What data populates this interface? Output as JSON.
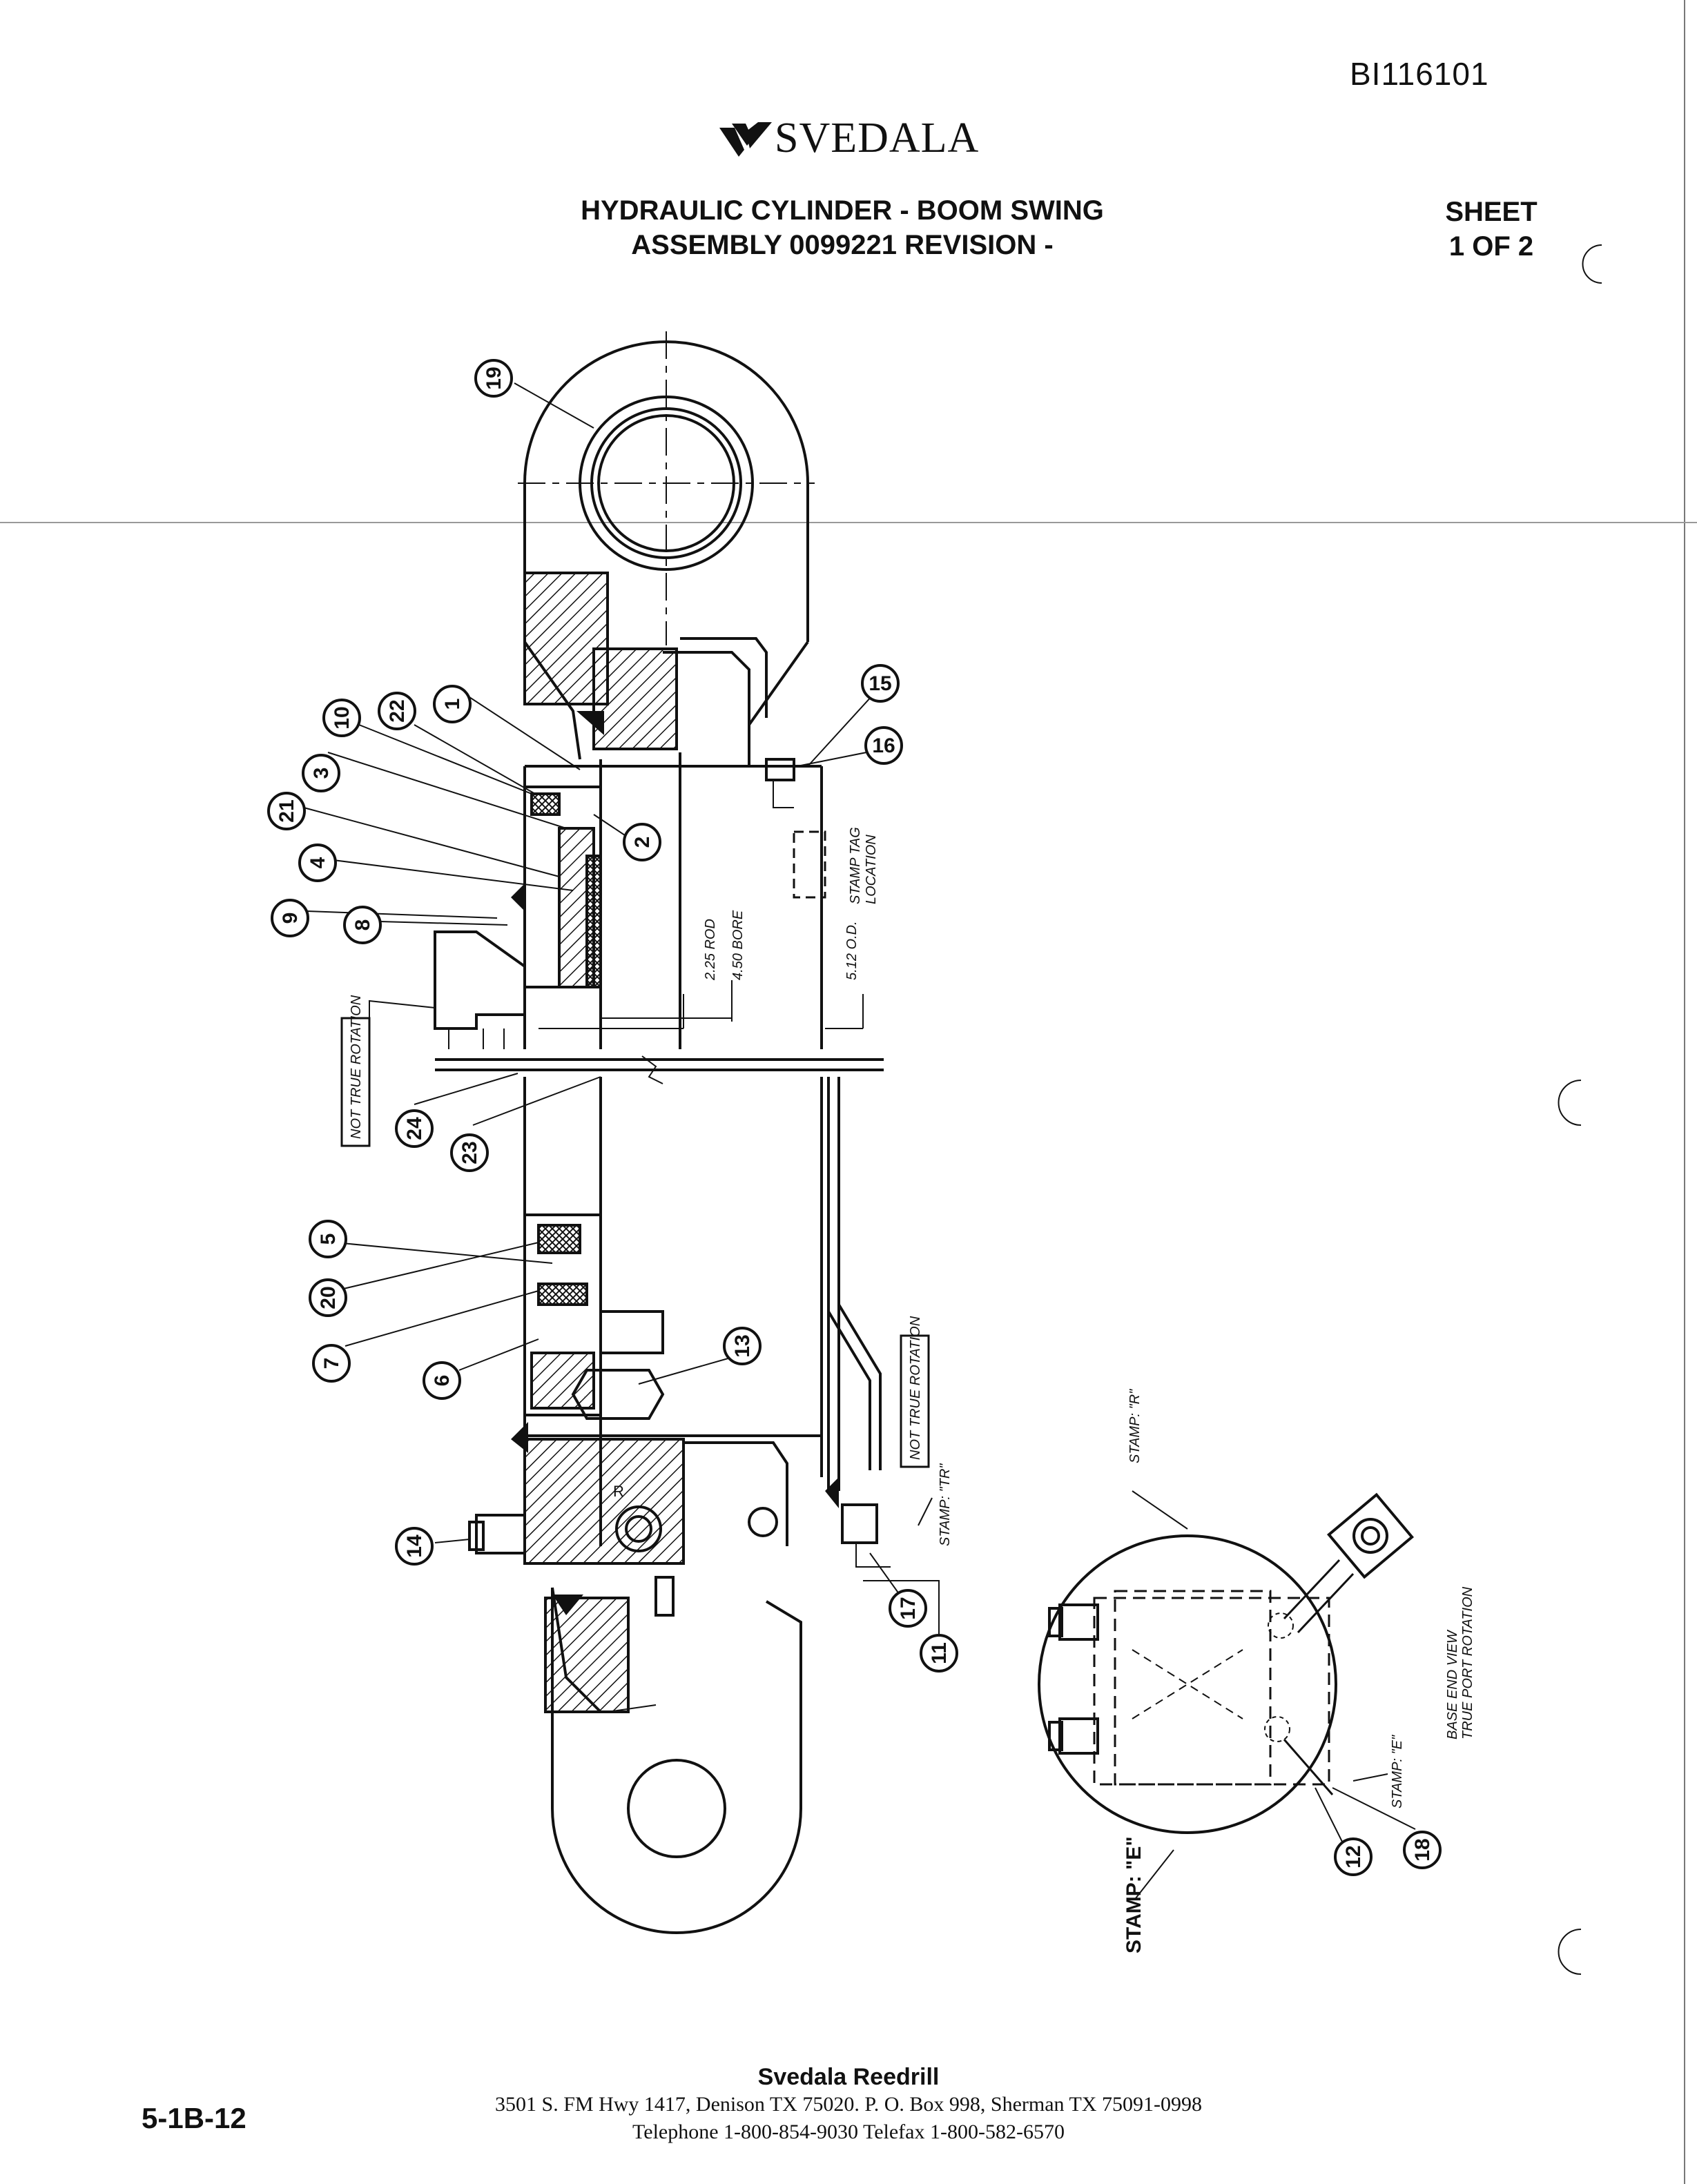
{
  "header": {
    "doc_id": "BI116101",
    "brand": "SVEDALA",
    "title_line1": "HYDRAULIC CYLINDER - BOOM SWING",
    "title_line2": "ASSEMBLY 0099221 REVISION -",
    "sheet_line1": "SHEET",
    "sheet_line2": "1 OF 2"
  },
  "drawing": {
    "dimensions": {
      "rod": "2.25 ROD",
      "bore": "4.50 BORE",
      "od": "5.12 O.D."
    },
    "annotations": {
      "stamp_tag_1": "STAMP TAG",
      "stamp_tag_2": "LOCATION",
      "not_true_rotation": "NOT TRUE ROTATION",
      "stamp_tr": "STAMP: \"TR\"",
      "stamp_r": "STAMP: \"R\"",
      "stamp_e_small": "STAMP: \"E\"",
      "stamp_e_large": "STAMP: \"E\"",
      "base_end_1": "BASE END VIEW",
      "base_end_2": "TRUE PORT ROTATION",
      "port_r": "R"
    },
    "balloons": [
      "19",
      "15",
      "16",
      "1",
      "22",
      "10",
      "3",
      "2",
      "21",
      "4",
      "9",
      "8",
      "24",
      "23",
      "5",
      "20",
      "7",
      "6",
      "13",
      "14",
      "17",
      "11",
      "12",
      "18"
    ]
  },
  "footer": {
    "company": "Svedala Reedrill",
    "address": "3501 S. FM Hwy 1417, Denison TX  75020.    P. O. Box 998, Sherman TX  75091-0998",
    "telephone": "Telephone 1-800-854-9030 Telefax 1-800-582-6570",
    "page_number": "5-1B-12"
  }
}
